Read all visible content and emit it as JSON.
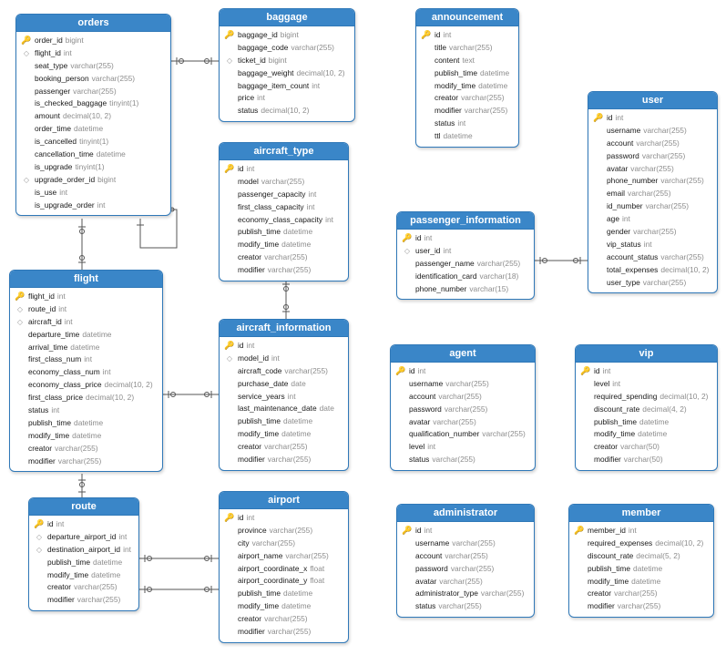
{
  "diagram": {
    "key_colors": {
      "header": "#3a86c8",
      "border": "#2f78b8",
      "primary_key": "#d9a400",
      "foreign_key": "#9a9a9a"
    },
    "tables": [
      {
        "id": "orders",
        "name": "orders",
        "columns": [
          {
            "name": "order_id",
            "type": "bigint",
            "key": "pk"
          },
          {
            "name": "flight_id",
            "type": "int",
            "key": "fk"
          },
          {
            "name": "seat_type",
            "type": "varchar(255)",
            "key": ""
          },
          {
            "name": "booking_person",
            "type": "varchar(255)",
            "key": ""
          },
          {
            "name": "passenger",
            "type": "varchar(255)",
            "key": ""
          },
          {
            "name": "is_checked_baggage",
            "type": "tinyint(1)",
            "key": ""
          },
          {
            "name": "amount",
            "type": "decimal(10, 2)",
            "key": ""
          },
          {
            "name": "order_time",
            "type": "datetime",
            "key": ""
          },
          {
            "name": "is_cancelled",
            "type": "tinyint(1)",
            "key": ""
          },
          {
            "name": "cancellation_time",
            "type": "datetime",
            "key": ""
          },
          {
            "name": "is_upgrade",
            "type": "tinyint(1)",
            "key": ""
          },
          {
            "name": "upgrade_order_id",
            "type": "bigint",
            "key": "fk"
          },
          {
            "name": "is_use",
            "type": "int",
            "key": ""
          },
          {
            "name": "is_upgrade_order",
            "type": "int",
            "key": ""
          }
        ]
      },
      {
        "id": "baggage",
        "name": "baggage",
        "columns": [
          {
            "name": "baggage_id",
            "type": "bigint",
            "key": "pk"
          },
          {
            "name": "baggage_code",
            "type": "varchar(255)",
            "key": ""
          },
          {
            "name": "ticket_id",
            "type": "bigint",
            "key": "fk"
          },
          {
            "name": "baggage_weight",
            "type": "decimal(10, 2)",
            "key": ""
          },
          {
            "name": "baggage_item_count",
            "type": "int",
            "key": ""
          },
          {
            "name": "price",
            "type": "int",
            "key": ""
          },
          {
            "name": "status",
            "type": "decimal(10, 2)",
            "key": ""
          }
        ]
      },
      {
        "id": "announcement",
        "name": "announcement",
        "columns": [
          {
            "name": "id",
            "type": "int",
            "key": "pk"
          },
          {
            "name": "title",
            "type": "varchar(255)",
            "key": ""
          },
          {
            "name": "content",
            "type": "text",
            "key": ""
          },
          {
            "name": "publish_time",
            "type": "datetime",
            "key": ""
          },
          {
            "name": "modify_time",
            "type": "datetime",
            "key": ""
          },
          {
            "name": "creator",
            "type": "varchar(255)",
            "key": ""
          },
          {
            "name": "modifier",
            "type": "varchar(255)",
            "key": ""
          },
          {
            "name": "status",
            "type": "int",
            "key": ""
          },
          {
            "name": "ttl",
            "type": "datetime",
            "key": ""
          }
        ]
      },
      {
        "id": "user",
        "name": "user",
        "columns": [
          {
            "name": "id",
            "type": "int",
            "key": "pk"
          },
          {
            "name": "username",
            "type": "varchar(255)",
            "key": ""
          },
          {
            "name": "account",
            "type": "varchar(255)",
            "key": ""
          },
          {
            "name": "password",
            "type": "varchar(255)",
            "key": ""
          },
          {
            "name": "avatar",
            "type": "varchar(255)",
            "key": ""
          },
          {
            "name": "phone_number",
            "type": "varchar(255)",
            "key": ""
          },
          {
            "name": "email",
            "type": "varchar(255)",
            "key": ""
          },
          {
            "name": "id_number",
            "type": "varchar(255)",
            "key": ""
          },
          {
            "name": "age",
            "type": "int",
            "key": ""
          },
          {
            "name": "gender",
            "type": "varchar(255)",
            "key": ""
          },
          {
            "name": "vip_status",
            "type": "int",
            "key": ""
          },
          {
            "name": "account_status",
            "type": "varchar(255)",
            "key": ""
          },
          {
            "name": "total_expenses",
            "type": "decimal(10, 2)",
            "key": ""
          },
          {
            "name": "user_type",
            "type": "varchar(255)",
            "key": ""
          }
        ]
      },
      {
        "id": "aircraft_type",
        "name": "aircraft_type",
        "columns": [
          {
            "name": "id",
            "type": "int",
            "key": "pk"
          },
          {
            "name": "model",
            "type": "varchar(255)",
            "key": ""
          },
          {
            "name": "passenger_capacity",
            "type": "int",
            "key": ""
          },
          {
            "name": "first_class_capacity",
            "type": "int",
            "key": ""
          },
          {
            "name": "economy_class_capacity",
            "type": "int",
            "key": ""
          },
          {
            "name": "publish_time",
            "type": "datetime",
            "key": ""
          },
          {
            "name": "modify_time",
            "type": "datetime",
            "key": ""
          },
          {
            "name": "creator",
            "type": "varchar(255)",
            "key": ""
          },
          {
            "name": "modifier",
            "type": "varchar(255)",
            "key": ""
          }
        ]
      },
      {
        "id": "passenger_information",
        "name": "passenger_information",
        "columns": [
          {
            "name": "id",
            "type": "int",
            "key": "pk"
          },
          {
            "name": "user_id",
            "type": "int",
            "key": "fk"
          },
          {
            "name": "passenger_name",
            "type": "varchar(255)",
            "key": ""
          },
          {
            "name": "identification_card",
            "type": "varchar(18)",
            "key": ""
          },
          {
            "name": "phone_number",
            "type": "varchar(15)",
            "key": ""
          }
        ]
      },
      {
        "id": "flight",
        "name": "flight",
        "columns": [
          {
            "name": "flight_id",
            "type": "int",
            "key": "pk"
          },
          {
            "name": "route_id",
            "type": "int",
            "key": "fk"
          },
          {
            "name": "aircraft_id",
            "type": "int",
            "key": "fk"
          },
          {
            "name": "departure_time",
            "type": "datetime",
            "key": ""
          },
          {
            "name": "arrival_time",
            "type": "datetime",
            "key": ""
          },
          {
            "name": "first_class_num",
            "type": "int",
            "key": ""
          },
          {
            "name": "economy_class_num",
            "type": "int",
            "key": ""
          },
          {
            "name": "economy_class_price",
            "type": "decimal(10, 2)",
            "key": ""
          },
          {
            "name": "first_class_price",
            "type": "decimal(10, 2)",
            "key": ""
          },
          {
            "name": "status",
            "type": "int",
            "key": ""
          },
          {
            "name": "publish_time",
            "type": "datetime",
            "key": ""
          },
          {
            "name": "modify_time",
            "type": "datetime",
            "key": ""
          },
          {
            "name": "creator",
            "type": "varchar(255)",
            "key": ""
          },
          {
            "name": "modifier",
            "type": "varchar(255)",
            "key": ""
          }
        ]
      },
      {
        "id": "aircraft_information",
        "name": "aircraft_information",
        "columns": [
          {
            "name": "id",
            "type": "int",
            "key": "pk"
          },
          {
            "name": "model_id",
            "type": "int",
            "key": "fk"
          },
          {
            "name": "aircraft_code",
            "type": "varchar(255)",
            "key": ""
          },
          {
            "name": "purchase_date",
            "type": "date",
            "key": ""
          },
          {
            "name": "service_years",
            "type": "int",
            "key": ""
          },
          {
            "name": "last_maintenance_date",
            "type": "date",
            "key": ""
          },
          {
            "name": "publish_time",
            "type": "datetime",
            "key": ""
          },
          {
            "name": "modify_time",
            "type": "datetime",
            "key": ""
          },
          {
            "name": "creator",
            "type": "varchar(255)",
            "key": ""
          },
          {
            "name": "modifier",
            "type": "varchar(255)",
            "key": ""
          }
        ]
      },
      {
        "id": "agent",
        "name": "agent",
        "columns": [
          {
            "name": "id",
            "type": "int",
            "key": "pk"
          },
          {
            "name": "username",
            "type": "varchar(255)",
            "key": ""
          },
          {
            "name": "account",
            "type": "varchar(255)",
            "key": ""
          },
          {
            "name": "password",
            "type": "varchar(255)",
            "key": ""
          },
          {
            "name": "avatar",
            "type": "varchar(255)",
            "key": ""
          },
          {
            "name": "qualification_number",
            "type": "varchar(255)",
            "key": ""
          },
          {
            "name": "level",
            "type": "int",
            "key": ""
          },
          {
            "name": "status",
            "type": "varchar(255)",
            "key": ""
          }
        ]
      },
      {
        "id": "vip",
        "name": "vip",
        "columns": [
          {
            "name": "id",
            "type": "int",
            "key": "pk"
          },
          {
            "name": "level",
            "type": "int",
            "key": ""
          },
          {
            "name": "required_spending",
            "type": "decimal(10, 2)",
            "key": ""
          },
          {
            "name": "discount_rate",
            "type": "decimal(4, 2)",
            "key": ""
          },
          {
            "name": "publish_time",
            "type": "datetime",
            "key": ""
          },
          {
            "name": "modify_time",
            "type": "datetime",
            "key": ""
          },
          {
            "name": "creator",
            "type": "varchar(50)",
            "key": ""
          },
          {
            "name": "modifier",
            "type": "varchar(50)",
            "key": ""
          }
        ]
      },
      {
        "id": "route",
        "name": "route",
        "columns": [
          {
            "name": "id",
            "type": "int",
            "key": "pk"
          },
          {
            "name": "departure_airport_id",
            "type": "int",
            "key": "fk"
          },
          {
            "name": "destination_airport_id",
            "type": "int",
            "key": "fk"
          },
          {
            "name": "publish_time",
            "type": "datetime",
            "key": ""
          },
          {
            "name": "modify_time",
            "type": "datetime",
            "key": ""
          },
          {
            "name": "creator",
            "type": "varchar(255)",
            "key": ""
          },
          {
            "name": "modifier",
            "type": "varchar(255)",
            "key": ""
          }
        ]
      },
      {
        "id": "airport",
        "name": "airport",
        "columns": [
          {
            "name": "id",
            "type": "int",
            "key": "pk"
          },
          {
            "name": "province",
            "type": "varchar(255)",
            "key": ""
          },
          {
            "name": "city",
            "type": "varchar(255)",
            "key": ""
          },
          {
            "name": "airport_name",
            "type": "varchar(255)",
            "key": ""
          },
          {
            "name": "airport_coordinate_x",
            "type": "float",
            "key": ""
          },
          {
            "name": "airport_coordinate_y",
            "type": "float",
            "key": ""
          },
          {
            "name": "publish_time",
            "type": "datetime",
            "key": ""
          },
          {
            "name": "modify_time",
            "type": "datetime",
            "key": ""
          },
          {
            "name": "creator",
            "type": "varchar(255)",
            "key": ""
          },
          {
            "name": "modifier",
            "type": "varchar(255)",
            "key": ""
          }
        ]
      },
      {
        "id": "administrator",
        "name": "administrator",
        "columns": [
          {
            "name": "id",
            "type": "int",
            "key": "pk"
          },
          {
            "name": "username",
            "type": "varchar(255)",
            "key": ""
          },
          {
            "name": "account",
            "type": "varchar(255)",
            "key": ""
          },
          {
            "name": "password",
            "type": "varchar(255)",
            "key": ""
          },
          {
            "name": "avatar",
            "type": "varchar(255)",
            "key": ""
          },
          {
            "name": "administrator_type",
            "type": "varchar(255)",
            "key": ""
          },
          {
            "name": "status",
            "type": "varchar(255)",
            "key": ""
          }
        ]
      },
      {
        "id": "member",
        "name": "member",
        "columns": [
          {
            "name": "member_id",
            "type": "int",
            "key": "pk"
          },
          {
            "name": "required_expenses",
            "type": "decimal(10, 2)",
            "key": ""
          },
          {
            "name": "discount_rate",
            "type": "decimal(5, 2)",
            "key": ""
          },
          {
            "name": "publish_time",
            "type": "datetime",
            "key": ""
          },
          {
            "name": "modify_time",
            "type": "datetime",
            "key": ""
          },
          {
            "name": "creator",
            "type": "varchar(255)",
            "key": ""
          },
          {
            "name": "modifier",
            "type": "varchar(255)",
            "key": ""
          }
        ]
      }
    ],
    "relationships": [
      {
        "from": "orders",
        "to": "baggage"
      },
      {
        "from": "orders",
        "to": "flight"
      },
      {
        "from": "orders",
        "to": "orders"
      },
      {
        "from": "aircraft_type",
        "to": "aircraft_information"
      },
      {
        "from": "passenger_information",
        "to": "user"
      },
      {
        "from": "flight",
        "to": "aircraft_information"
      },
      {
        "from": "flight",
        "to": "route"
      },
      {
        "from": "route",
        "to": "airport"
      }
    ]
  }
}
